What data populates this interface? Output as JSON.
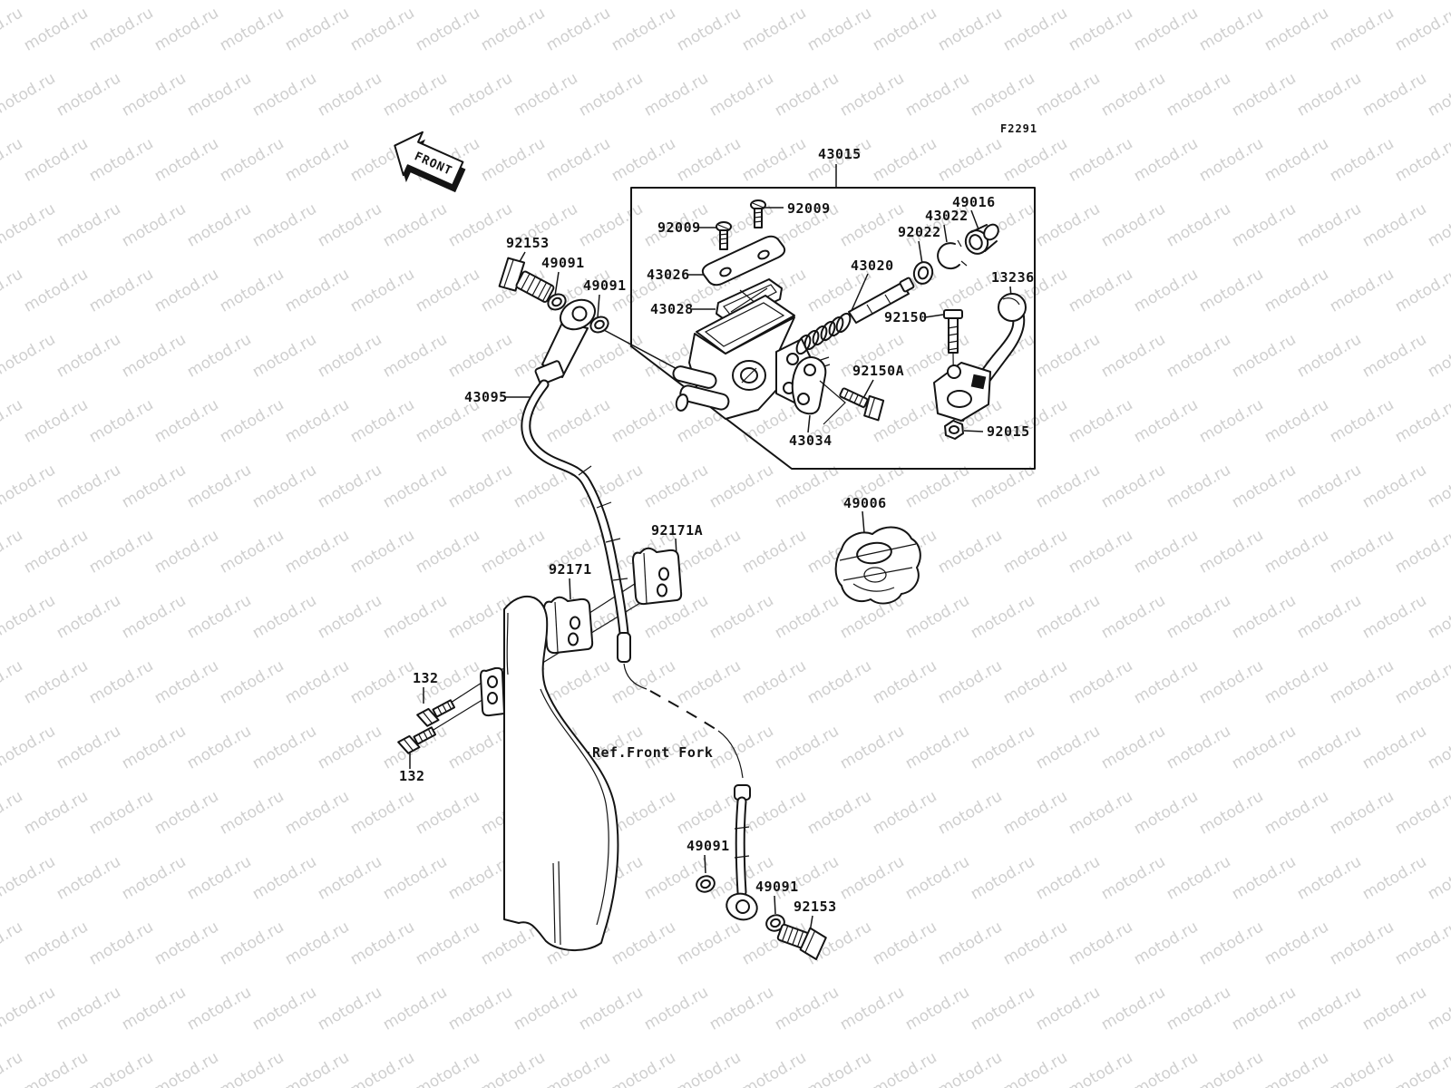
{
  "watermark": {
    "text": "motod.ru",
    "color": "#cfcfcf"
  },
  "page": {
    "code": "F2291",
    "front_arrow": "FRONT",
    "background": "#ffffff",
    "line_color": "#141414"
  },
  "labels": {
    "assembly": "43015",
    "screw_cap_left": "92009",
    "screw_cap_right": "92009",
    "cap": "43026",
    "diaphragm": "43028",
    "piston": "43020",
    "washer_piston": "92022",
    "circlip": "43022",
    "boot": "49016",
    "lever": "13236",
    "lever_bolt": "92150",
    "clamp_bolt": "92150A",
    "clamp_holder": "43034",
    "lever_nut": "92015",
    "banjo_bolt_top": "92153",
    "washer_top_a": "49091",
    "washer_top_b": "49091",
    "hose": "43095",
    "hose_guide": "49006",
    "clamp_lower": "92171",
    "clamp_upper": "92171A",
    "bolt_132_upper": "132",
    "bolt_132_lower": "132",
    "ref_front_fork": "Ref.Front Fork",
    "washer_bottom_a": "49091",
    "washer_bottom_b": "49091",
    "banjo_bolt_bottom": "92153"
  }
}
